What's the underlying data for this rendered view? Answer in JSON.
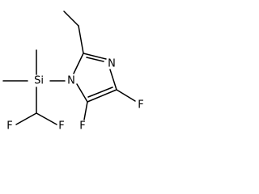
{
  "molecule": {
    "atoms": {
      "si": "Si",
      "n1": "N",
      "n3": "N",
      "f4": "F",
      "f5": "F",
      "f_chf2_left": "F",
      "f_chf2_right": "F"
    }
  }
}
